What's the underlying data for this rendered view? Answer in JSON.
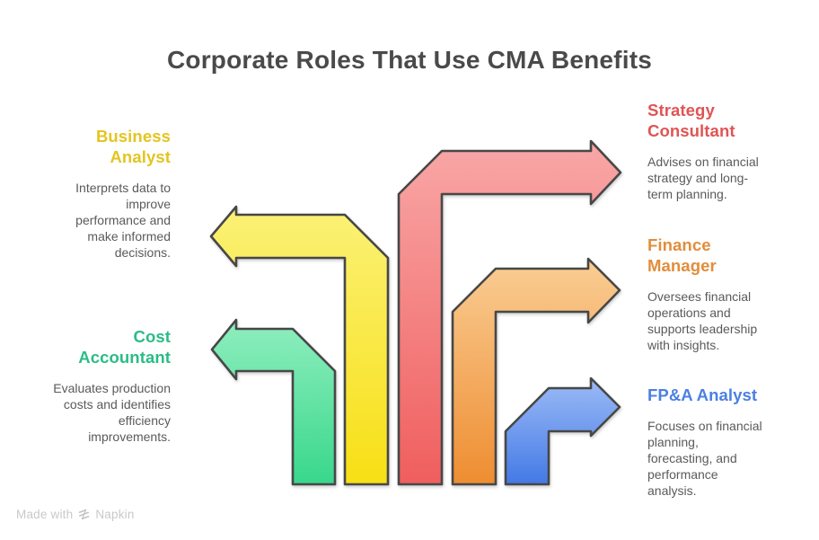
{
  "title": "Corporate Roles That Use CMA Benefits",
  "colors": {
    "title_text": "#4A4A4A",
    "body_text": "#5A5A5A",
    "arrow_stroke": "#474747",
    "background": "#FFFFFF",
    "footer_text": "#C9C9C9"
  },
  "roles": [
    {
      "id": "business-analyst",
      "side": "left",
      "accent": "#E3C521",
      "title_lines": [
        "Business",
        "Analyst"
      ],
      "desc_lines": [
        "Interprets data to",
        "improve",
        "performance and",
        "make informed",
        "decisions."
      ]
    },
    {
      "id": "cost-accountant",
      "side": "left",
      "accent": "#2BBC86",
      "title_lines": [
        "Cost",
        "Accountant"
      ],
      "desc_lines": [
        "Evaluates production",
        "costs and identifies",
        "efficiency",
        "improvements."
      ]
    },
    {
      "id": "strategy-consultant",
      "side": "right",
      "accent": "#E15454",
      "title_lines": [
        "Strategy",
        "Consultant"
      ],
      "desc_lines": [
        "Advises on financial",
        "strategy and long-",
        "term planning."
      ]
    },
    {
      "id": "finance-manager",
      "side": "right",
      "accent": "#E28D3B",
      "title_lines": [
        "Finance",
        "Manager"
      ],
      "desc_lines": [
        "Oversees financial",
        "operations and",
        "supports leadership",
        "with insights."
      ]
    },
    {
      "id": "fpa-analyst",
      "side": "right",
      "accent": "#4B80E1",
      "title_lines": [
        "FP&A Analyst"
      ],
      "desc_lines": [
        "Focuses on financial",
        "planning,",
        "forecasting, and",
        "performance",
        "analysis."
      ]
    }
  ],
  "arrows": [
    {
      "id": "business-analyst",
      "direction": "left",
      "gradient_top": "#FBF176",
      "gradient_bottom": "#F8DF14"
    },
    {
      "id": "cost-accountant",
      "direction": "left",
      "gradient_top": "#8FEEBE",
      "gradient_bottom": "#38D78B"
    },
    {
      "id": "strategy-consultant",
      "direction": "right",
      "gradient_top": "#F9A7A7",
      "gradient_bottom": "#F05E5E"
    },
    {
      "id": "finance-manager",
      "direction": "right",
      "gradient_top": "#FACD94",
      "gradient_bottom": "#EE8D31"
    },
    {
      "id": "fpa-analyst",
      "direction": "right",
      "gradient_top": "#9CBBF6",
      "gradient_bottom": "#4379E6"
    }
  ],
  "footer": {
    "made_with": "Made with",
    "brand": "Napkin"
  }
}
